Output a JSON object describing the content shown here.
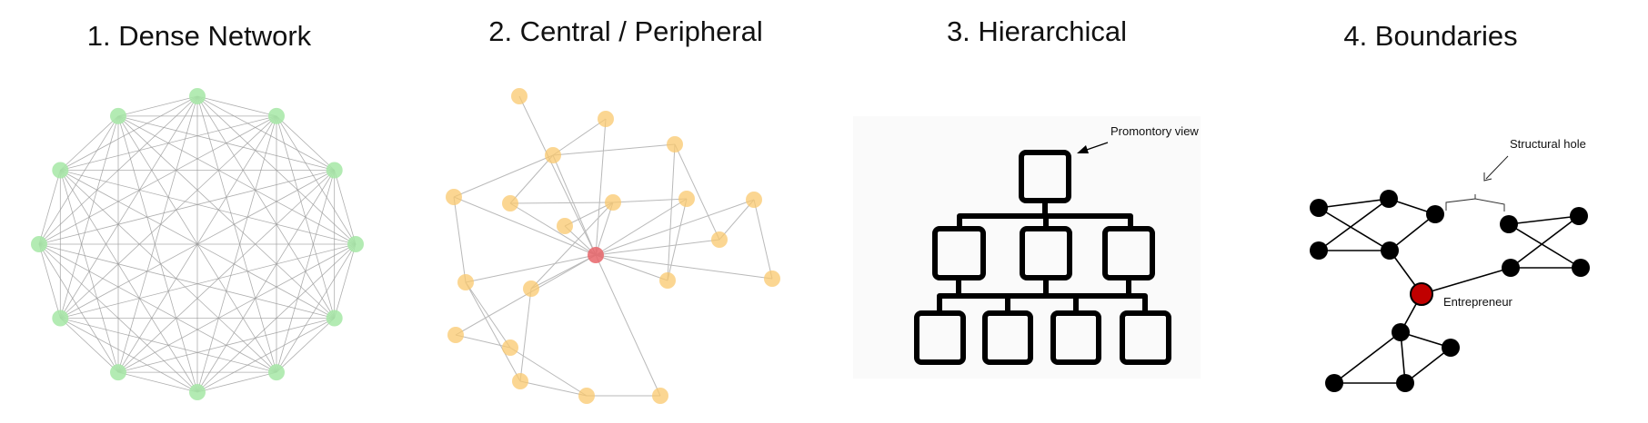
{
  "panels": [
    {
      "title": "1. Dense Network",
      "node_color": "#a6e8a6",
      "edge_color": "#9a9a9a",
      "node_count": 12
    },
    {
      "title": "2. Central / Peripheral",
      "node_color": "#f9c86e",
      "center_color": "#e8656a",
      "edge_color": "#b9b9b9"
    },
    {
      "title": "3. Hierarchical",
      "annotation": "Promontory view",
      "levels": [
        1,
        3,
        4
      ]
    },
    {
      "title": "4. Boundaries",
      "annotation_hole": "Structural hole",
      "annotation_entrepreneur": "Entrepreneur",
      "node_color": "#000000",
      "entrepreneur_color": "#c00000"
    }
  ]
}
